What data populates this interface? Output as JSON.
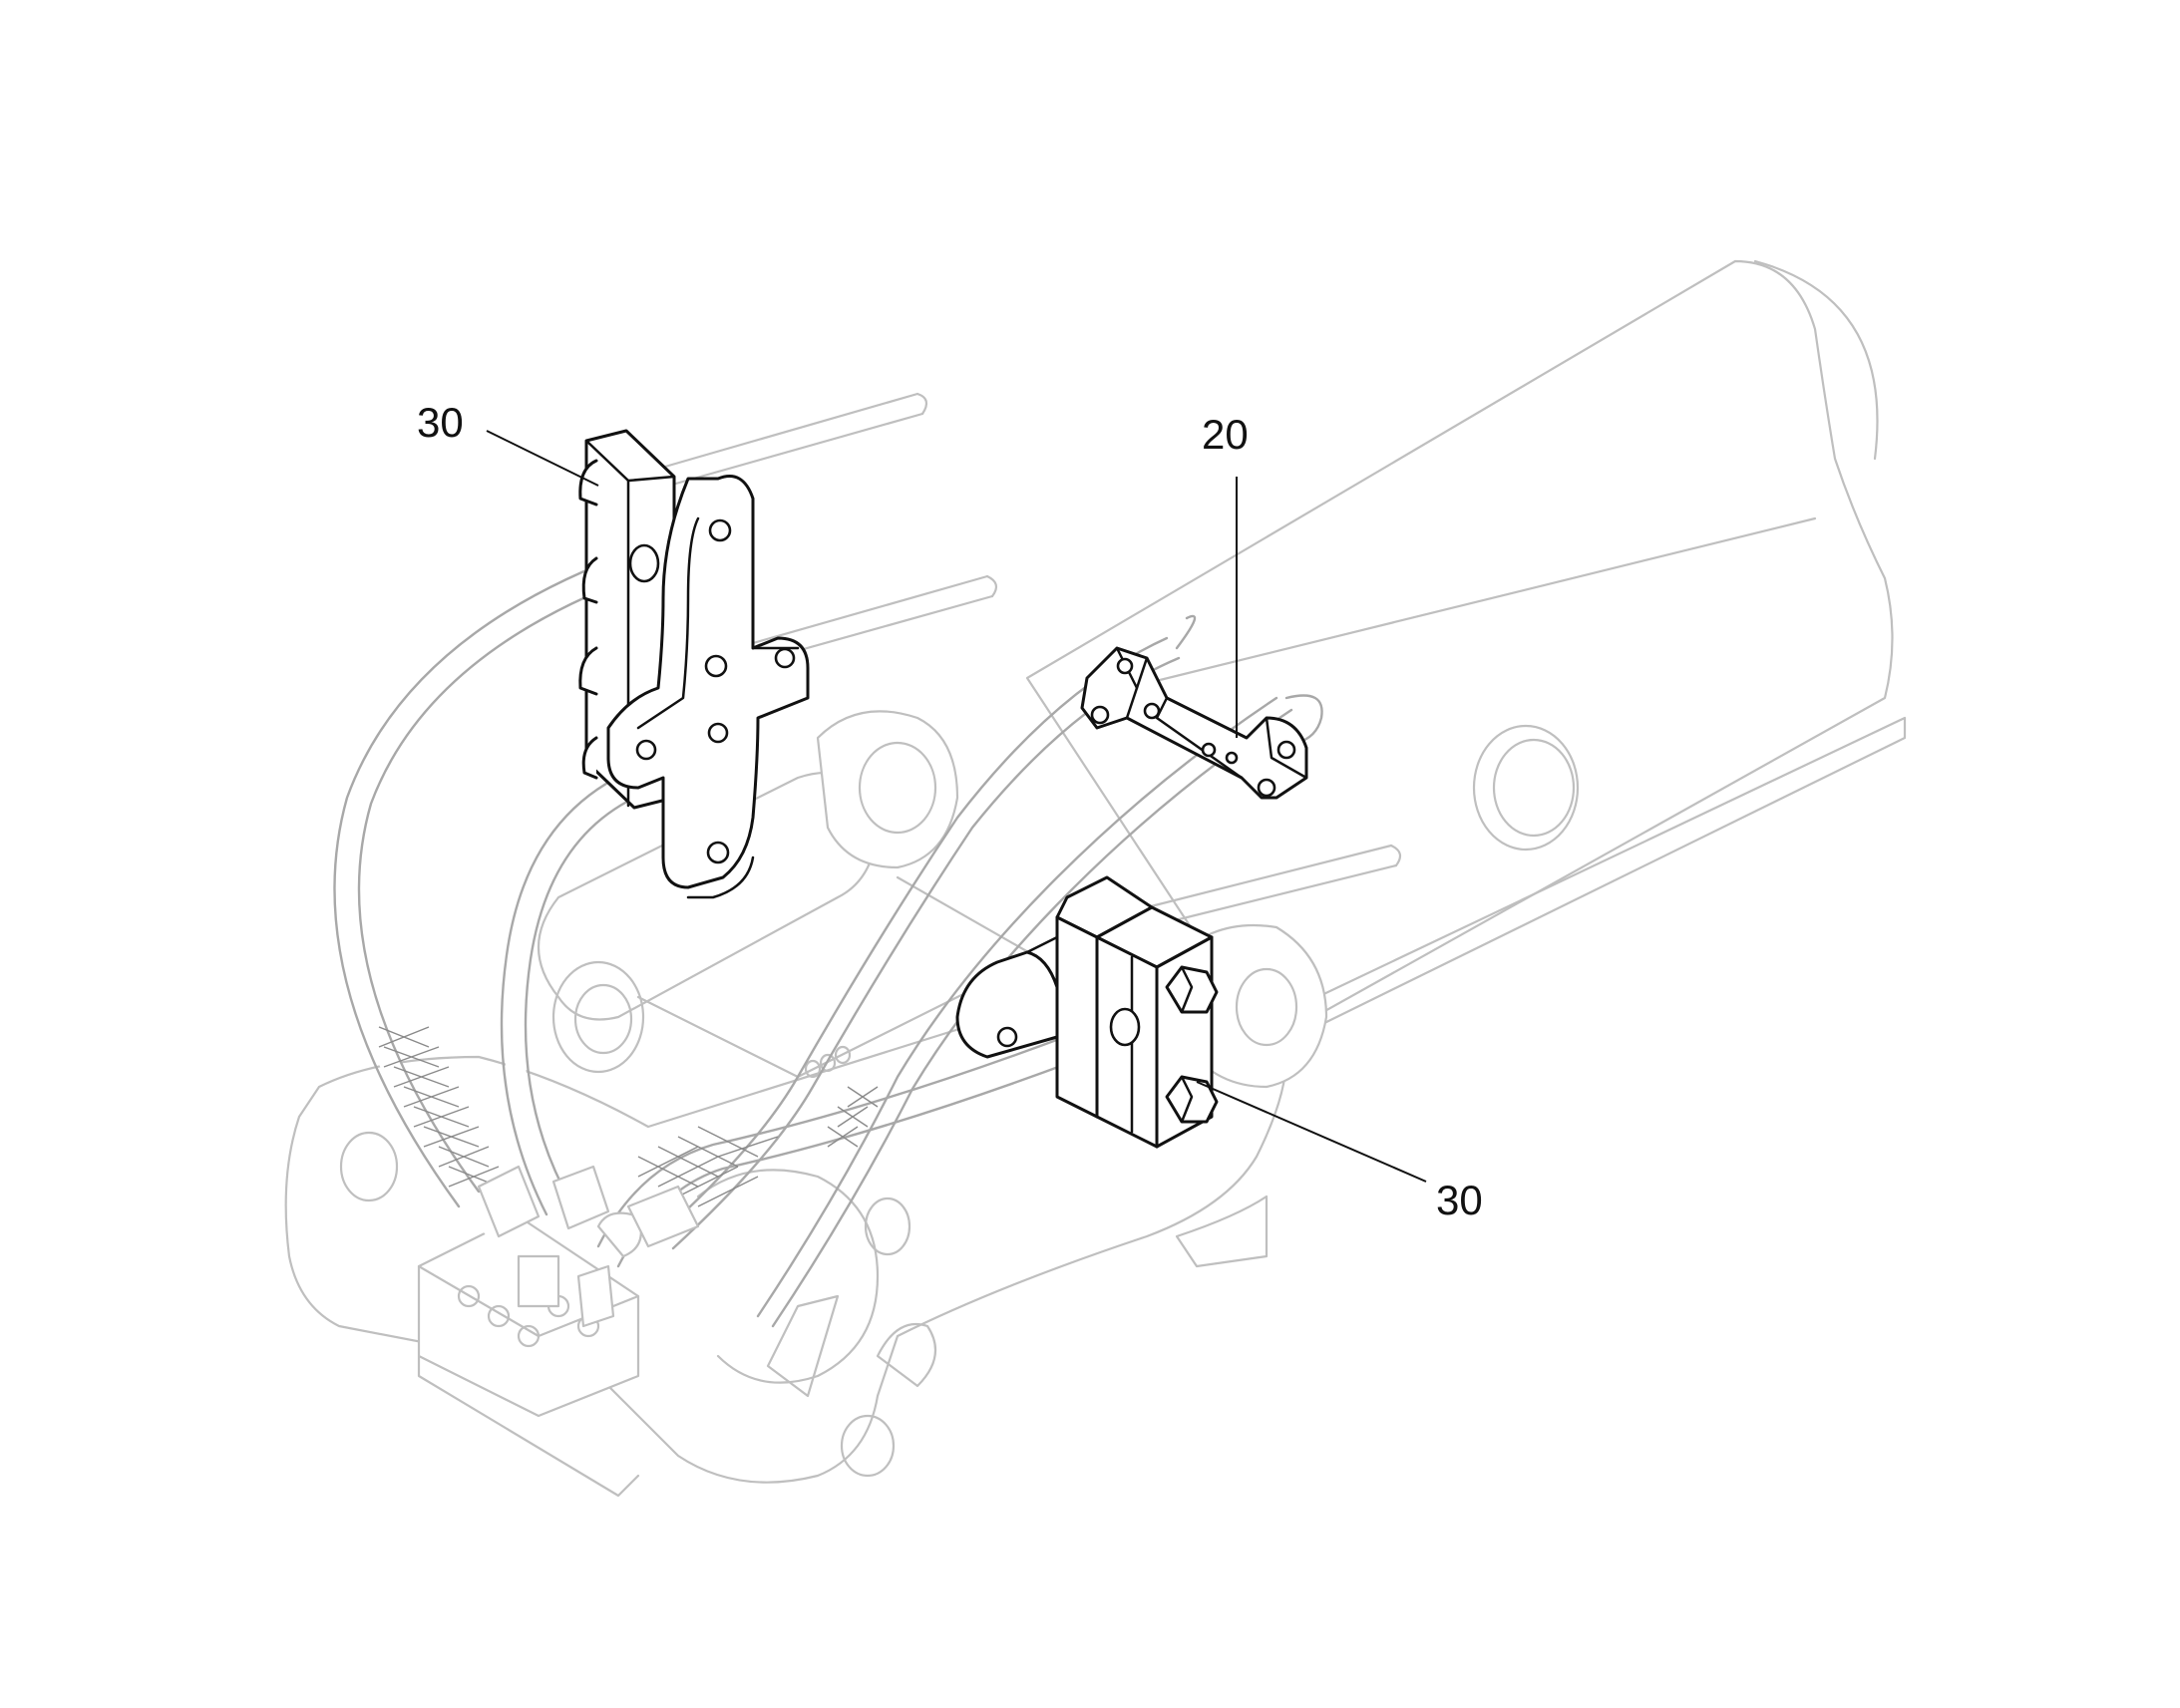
{
  "figure": {
    "callouts": [
      {
        "id": "upper-left-clamp",
        "text": "30"
      },
      {
        "id": "mid-bracket",
        "text": "20"
      },
      {
        "id": "lower-right-clamp",
        "text": "30"
      }
    ]
  }
}
